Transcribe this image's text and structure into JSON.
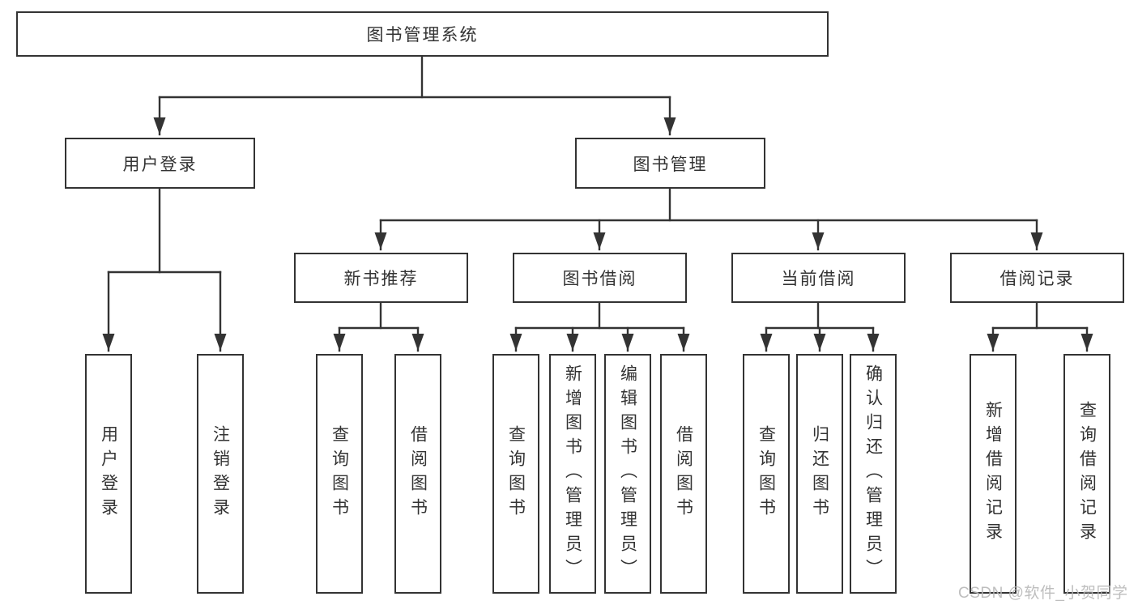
{
  "colors": {
    "line": "#333333",
    "text": "#333333",
    "box-bg": "#ffffff",
    "watermark": "#b7b7b7"
  },
  "nodes": {
    "root": "图书管理系统",
    "user_login": "用户登录",
    "book_management": "图书管理",
    "login": "用户登录",
    "logout": "注销登录",
    "new_book_rec": "新书推荐",
    "book_borrow": "图书借阅",
    "current_borrow": "当前借阅",
    "borrow_records": "借阅记录",
    "query_books_1": "查询图书",
    "borrow_books_1": "借阅图书",
    "query_books_2": "查询图书",
    "add_books_admin": "新增图书（管理员）",
    "edit_books_admin": "编辑图书（管理员）",
    "borrow_books_2": "借阅图书",
    "query_books_3": "查询图书",
    "return_books": "归还图书",
    "confirm_return_admin": "确认归还（管理员）",
    "add_borrow_record": "新增借阅记录",
    "query_borrow_record": "查询借阅记录"
  },
  "watermark": "CSDN @软件_小贺同学"
}
